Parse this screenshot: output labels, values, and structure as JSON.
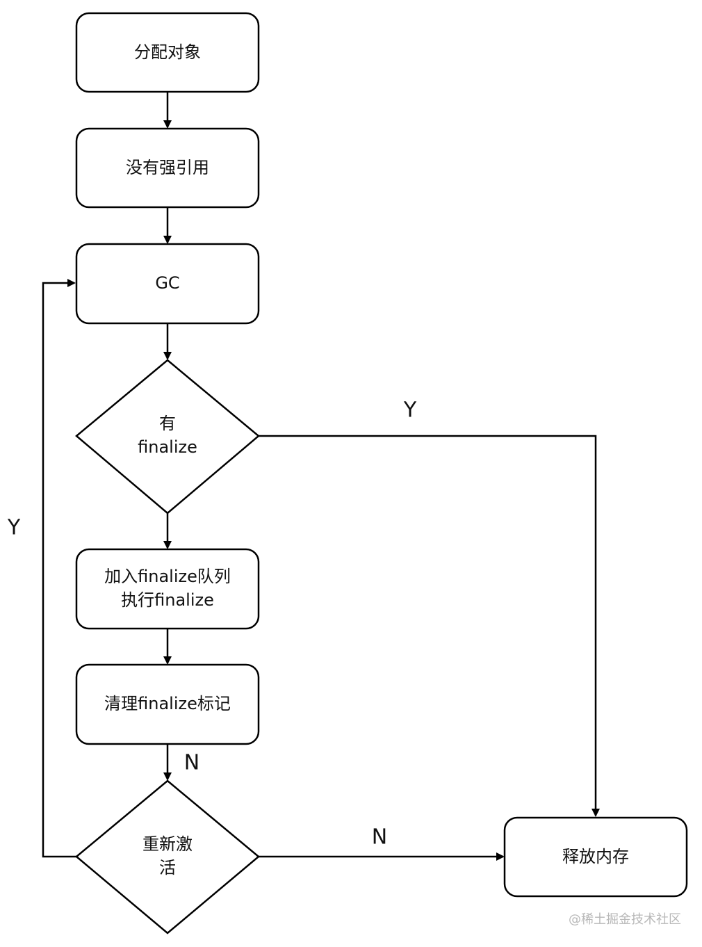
{
  "nodes": {
    "allocate": "分配对象",
    "no_strong_ref": "没有强引用",
    "gc": "GC",
    "has_finalize": [
      "有",
      "finalize"
    ],
    "enqueue_finalize": [
      "加入finalize队列",
      "执行finalize"
    ],
    "clear_mark": "清理finalize标记",
    "reactivated": [
      "重新激",
      "活"
    ],
    "free_memory": "释放内存"
  },
  "edge_labels": {
    "has_finalize_yes": "Y",
    "loop_back_yes": "Y",
    "clear_mark_no": "N",
    "reactivated_no": "N"
  },
  "watermark": "@稀土掘金技术社区"
}
